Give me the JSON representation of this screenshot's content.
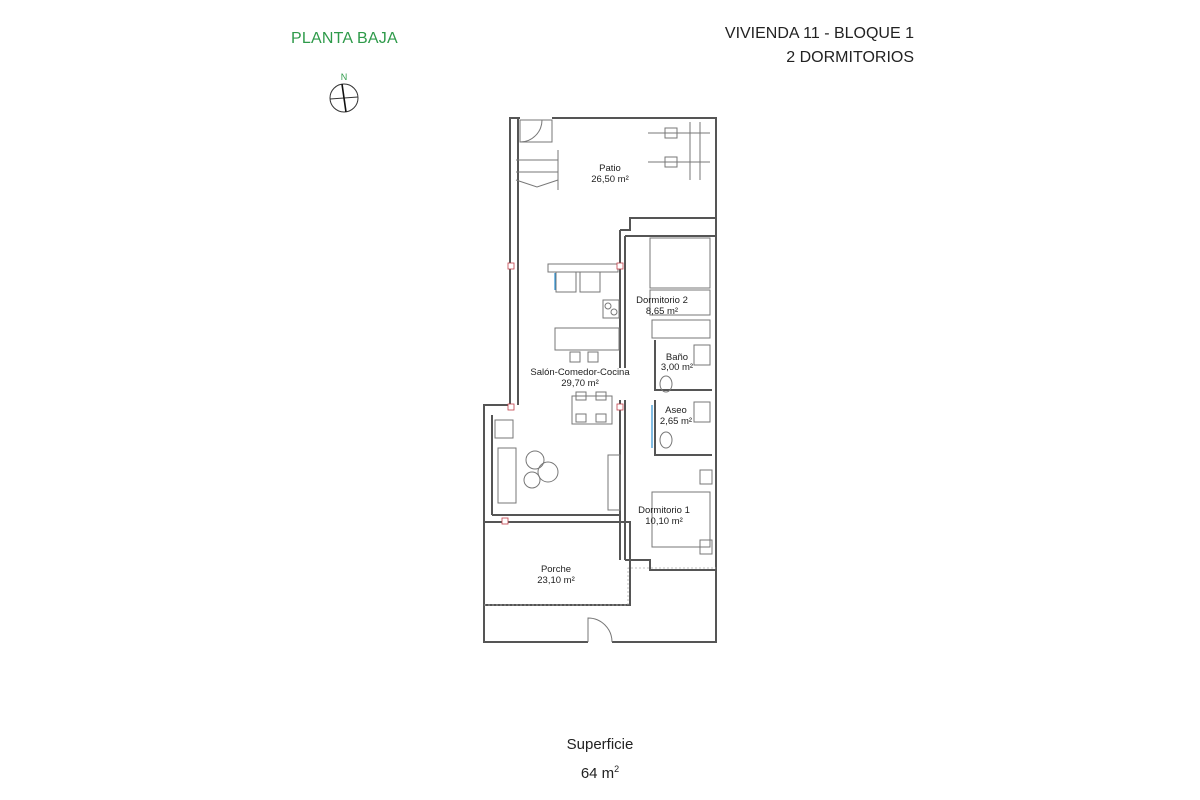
{
  "header": {
    "floor_label": "PLANTA BAJA",
    "unit_title": "VIVIENDA 11 - BLOQUE 1",
    "bedrooms_label": "2 DORMITORIOS",
    "compass_label": "N"
  },
  "colors": {
    "accent_green": "#2e9a4a",
    "wall": "#555555",
    "door_blue": "#2a8fd0",
    "marker_red": "#c0404a"
  },
  "rooms": [
    {
      "name": "Patio",
      "area": "26,50 m²"
    },
    {
      "name": "Dormitorio 2",
      "area": "8,65 m²"
    },
    {
      "name": "Baño",
      "area": "3,00 m²"
    },
    {
      "name": "Salón-Comedor-Cocina",
      "area": "29,70 m²"
    },
    {
      "name": "Aseo",
      "area": "2,65 m²"
    },
    {
      "name": "Dormitorio 1",
      "area": "10,10 m²"
    },
    {
      "name": "Porche",
      "area": "23,10 m²"
    }
  ],
  "footer": {
    "surface_label": "Superficie",
    "surface_value": "64 m",
    "surface_unit_sup": "2"
  }
}
